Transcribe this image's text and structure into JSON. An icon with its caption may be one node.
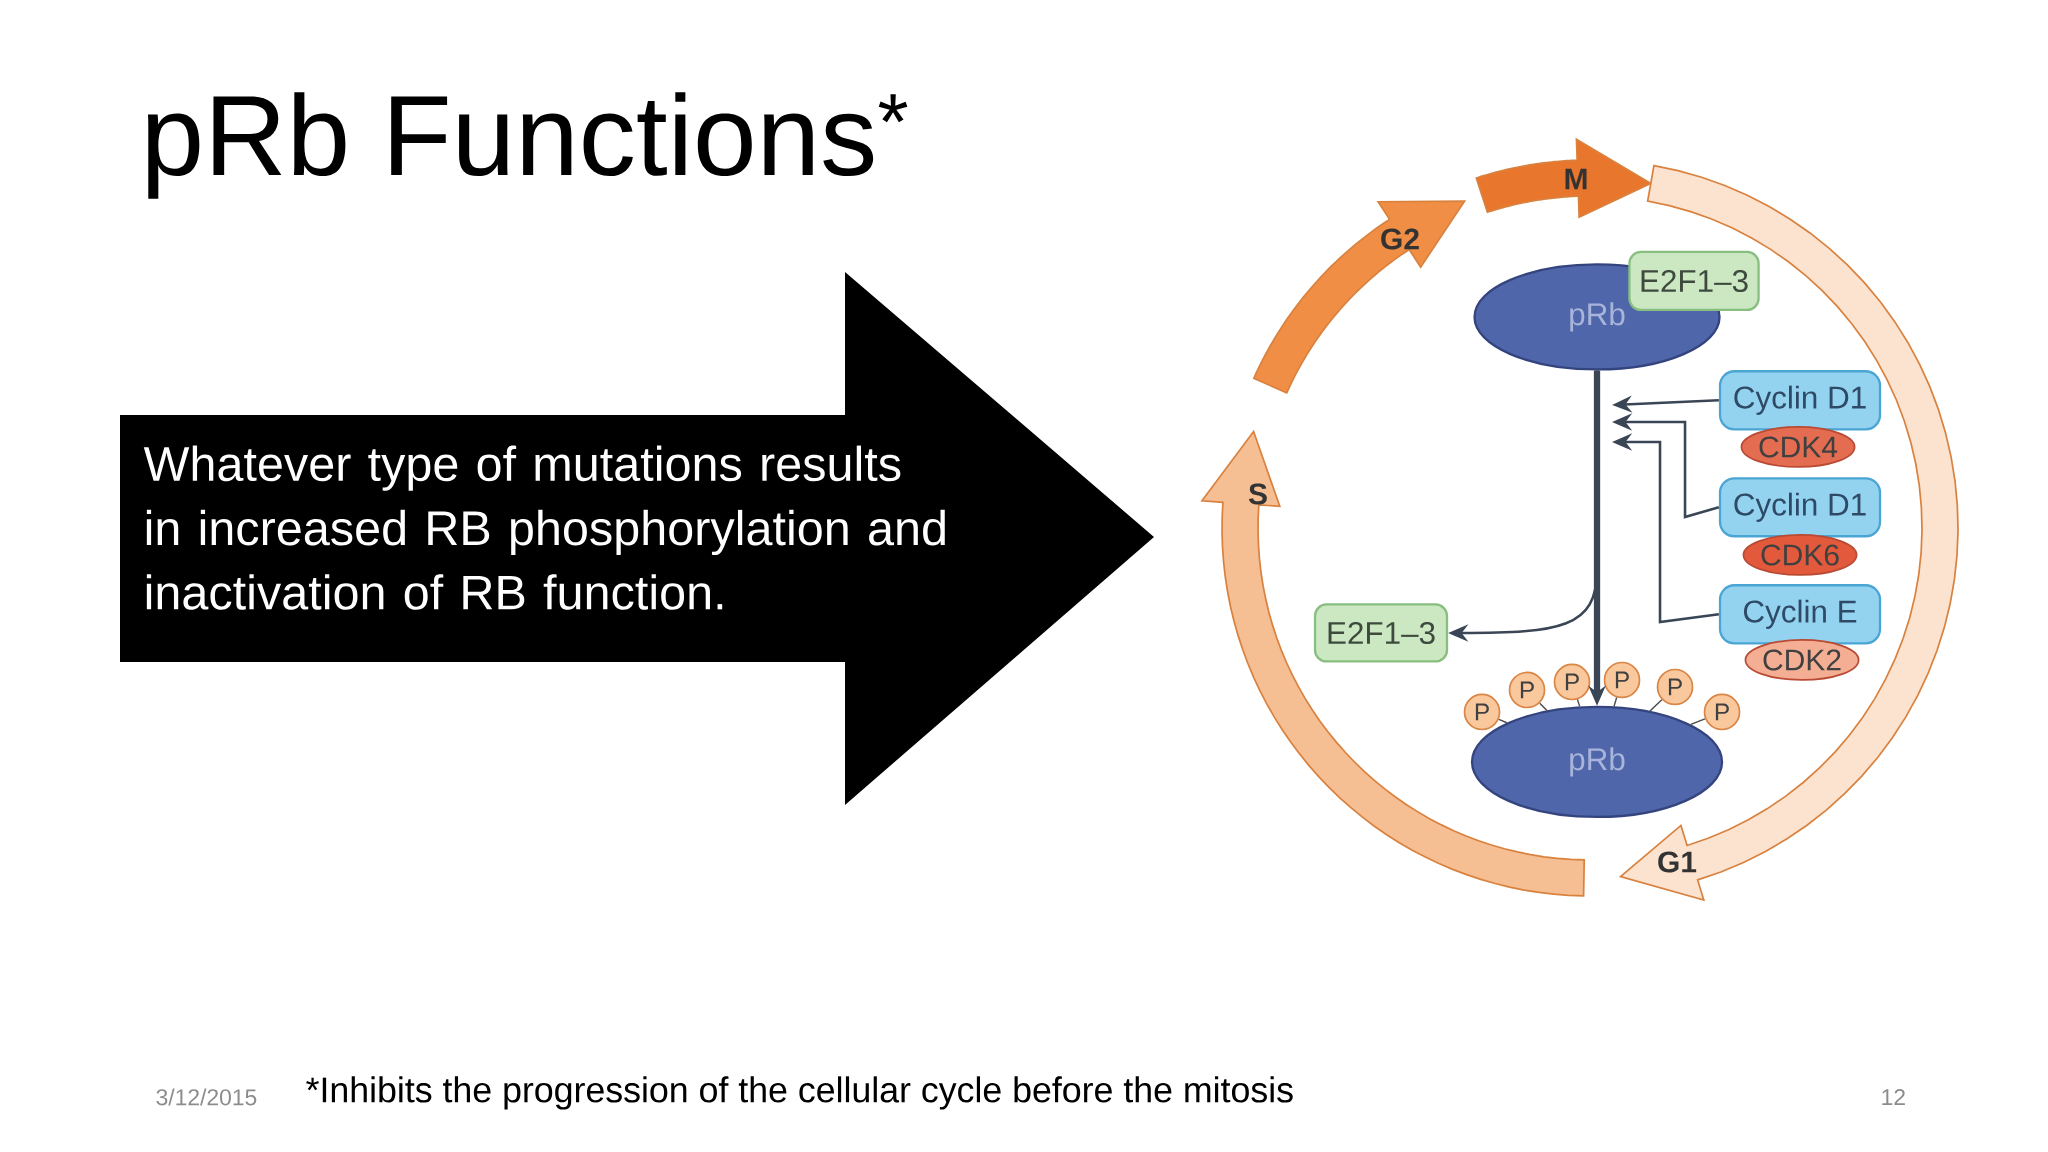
{
  "diagram": {
    "title": "pRb Functions$^{*}$",
    "nodes": [
      {
        "text": [
          "Whatever type of mutations results in increased RB phosphorylation and inactivation of RB function."
        ]
      },
      {
        "text": [
          "M"
        ]
      },
      {
        "text": [
          "G2"
        ]
      },
      {
        "text": [
          "S"
        ]
      },
      {
        "text": [
          "G1"
        ]
      },
      {
        "text": [
          "pRb"
        ]
      },
      {
        "text": [
          "E2F1–3"
        ]
      },
      {
        "text": [
          "Cyclin D1"
        ]
      },
      {
        "text": [
          "CDK4"
        ]
      },
      {
        "text": [
          "Cyclin D1"
        ]
      },
      {
        "text": [
          "CDK6"
        ]
      },
      {
        "text": [
          "Cyclin E"
        ]
      },
      {
        "text": [
          "CDK2"
        ]
      },
      {
        "text": [
          "E2F1–3"
        ]
      },
      {
        "text": [
          "P"
        ]
      },
      {
        "text": [
          "P"
        ]
      },
      {
        "text": [
          "P"
        ]
      },
      {
        "text": [
          "P"
        ]
      },
      {
        "text": [
          "P"
        ]
      },
      {
        "text": [
          "P"
        ]
      },
      {
        "text": [
          "pRb"
        ]
      }
    ],
    "edges": [
      {
        "from": 5,
        "to": 20,
        "arrow": "to",
        "style": "thick"
      },
      {
        "from": 5,
        "to": 13,
        "arrow": "to"
      },
      {
        "from": 7,
        "to": null,
        "arrow": "to"
      },
      {
        "from": 9,
        "to": null,
        "arrow": "to"
      },
      {
        "from": 11,
        "to": null,
        "arrow": "to"
      },
      {
        "from": 14,
        "to": 20,
        "arrow": "none"
      },
      {
        "from": 15,
        "to": 20,
        "arrow": "none"
      },
      {
        "from": 16,
        "to": 20,
        "arrow": "none"
      },
      {
        "from": 17,
        "to": 20,
        "arrow": "none"
      },
      {
        "from": 18,
        "to": 20,
        "arrow": "none"
      },
      {
        "from": 19,
        "to": 20,
        "arrow": "none"
      }
    ],
    "labels": [
      "3/12/2015",
      "*Inhibits the progression of the cellular cycle before the mitosis",
      "12"
    ]
  }
}
